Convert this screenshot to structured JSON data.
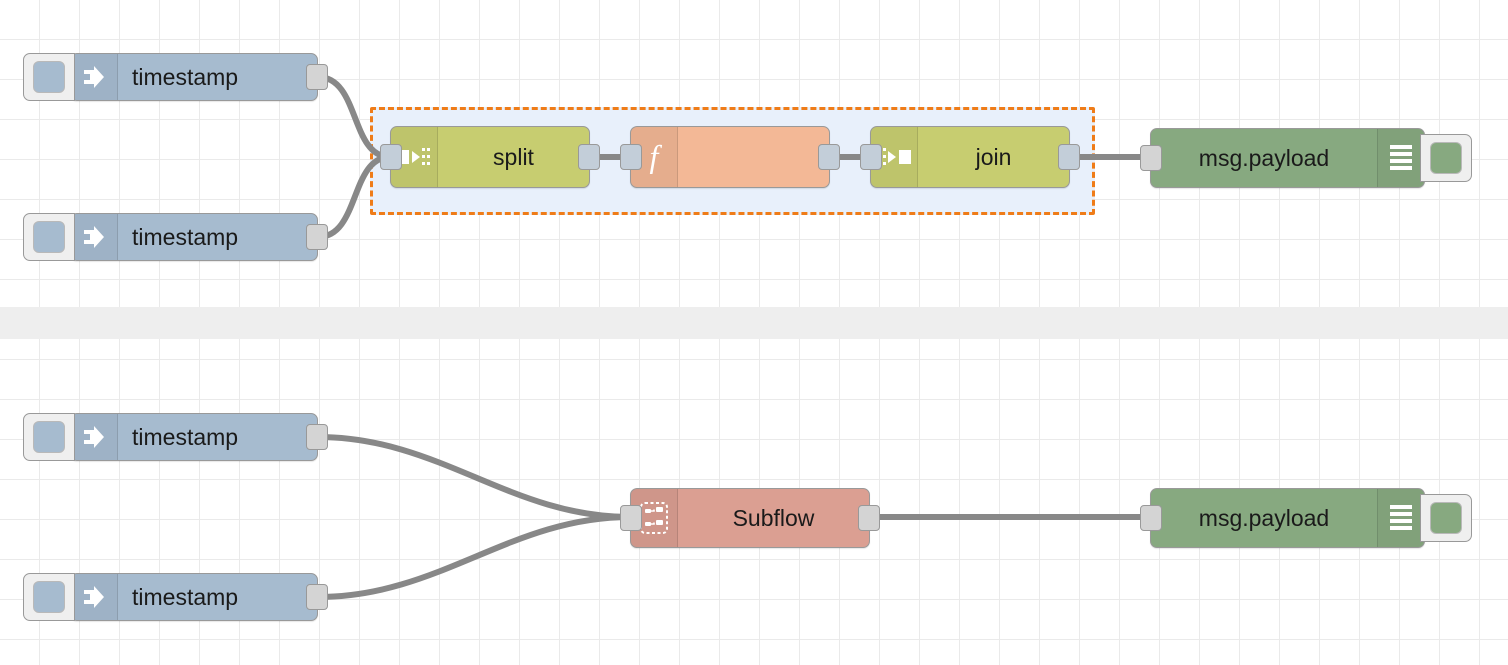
{
  "app": {
    "name": "Node-RED flow editor canvas",
    "grid_size": 40,
    "background_color": "#ffffff",
    "grid_color": "#eaeaea",
    "wire_color": "#888888",
    "separator_color": "#eeeeee",
    "selection_border_color": "#ef7c18",
    "selection_fill_color": "#e8f0fb"
  },
  "flows": [
    {
      "name": "upper-flow",
      "nodes": [
        {
          "id": "inject-1",
          "type": "inject",
          "icon": "inject-arrow-icon",
          "label": "timestamp",
          "color": "#a6bbcf",
          "has_inject_button": true,
          "has_output_port": true,
          "has_input_port": false
        },
        {
          "id": "inject-2",
          "type": "inject",
          "icon": "inject-arrow-icon",
          "label": "timestamp",
          "color": "#a6bbcf",
          "has_inject_button": true,
          "has_output_port": true,
          "has_input_port": false
        },
        {
          "id": "split-1",
          "type": "split",
          "icon": "split-icon",
          "label": "split",
          "color": "#c7cd70",
          "selected": true
        },
        {
          "id": "function-1",
          "type": "function",
          "icon": "function-f-icon",
          "label": "",
          "color": "#f3b896",
          "selected": true
        },
        {
          "id": "join-1",
          "type": "join",
          "icon": "join-icon",
          "label": "join",
          "color": "#c7cd70",
          "selected": true
        },
        {
          "id": "debug-1",
          "type": "debug",
          "icon": "debug-lines-icon",
          "label": "msg.payload",
          "color": "#87a980",
          "has_debug_button": true
        }
      ]
    },
    {
      "name": "lower-flow",
      "nodes": [
        {
          "id": "inject-3",
          "type": "inject",
          "icon": "inject-arrow-icon",
          "label": "timestamp",
          "color": "#a6bbcf",
          "has_inject_button": true
        },
        {
          "id": "inject-4",
          "type": "inject",
          "icon": "inject-arrow-icon",
          "label": "timestamp",
          "color": "#a6bbcf",
          "has_inject_button": true
        },
        {
          "id": "subflow-1",
          "type": "subflow",
          "icon": "subflow-icon",
          "label": "Subflow",
          "color": "#db9f92"
        },
        {
          "id": "debug-2",
          "type": "debug",
          "icon": "debug-lines-icon",
          "label": "msg.payload",
          "color": "#87a980",
          "has_debug_button": true
        }
      ]
    }
  ],
  "labels": {
    "timestamp_1": "timestamp",
    "timestamp_2": "timestamp",
    "timestamp_3": "timestamp",
    "timestamp_4": "timestamp",
    "split": "split",
    "function": "",
    "join": "join",
    "subflow": "Subflow",
    "debug_1": "msg.payload",
    "debug_2": "msg.payload"
  },
  "selection": {
    "active": true,
    "contains": [
      "split",
      "function",
      "join"
    ]
  }
}
